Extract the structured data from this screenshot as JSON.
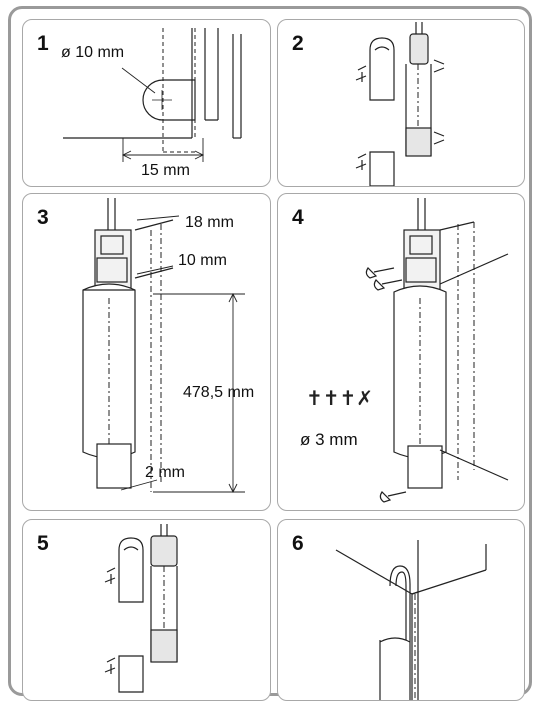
{
  "steps": [
    {
      "number": "1",
      "labels": {
        "hole_diameter": "ø 10 mm",
        "offset": "15 mm"
      }
    },
    {
      "number": "2"
    },
    {
      "number": "3",
      "labels": {
        "width": "18 mm",
        "depth": "10 mm",
        "length": "478,5 mm",
        "gap": "2 mm"
      }
    },
    {
      "number": "4",
      "labels": {
        "drill": "ø 3 mm"
      }
    },
    {
      "number": "5"
    },
    {
      "number": "6"
    }
  ]
}
